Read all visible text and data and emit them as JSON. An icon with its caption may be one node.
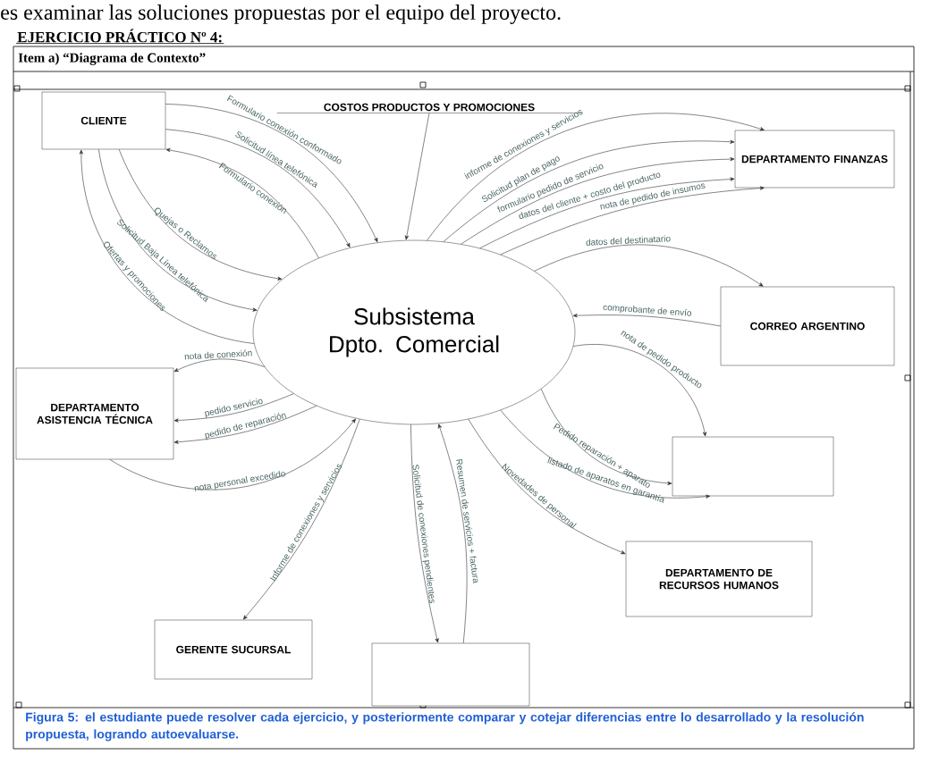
{
  "diagram": {
    "title": "EJERCICIO PRÁCTICO Nº 4:",
    "caption": "Figura 5: el estudiante puede resolver cada ejercicio, y posteriormente comparar y cotejar diferencias entre lo desarrollado y la resolución propuesta, logrando autoevaluarse.",
    "nodes": [
      {
        "text": [
          "CLIENTE"
        ]
      },
      {
        "text": [
          "COSTOS PRODUCTOS Y PROMOCIONES"
        ]
      },
      {
        "text": [
          "DEPARTAMENTO FINANZAS"
        ]
      },
      {
        "text": [
          "Subsistema Dpto. Comercial"
        ]
      },
      {
        "text": [
          "CORREO ARGENTINO"
        ]
      },
      {
        "text": [
          "DEPARTAMENTO ASISTENCIA TÉCNICA"
        ]
      },
      {
        "text": [],
        "shape": "box"
      },
      {
        "text": [
          "DEPARTAMENTO DE RECURSOS HUMANOS"
        ]
      },
      {
        "text": [
          "GERENTE SUCURSAL"
        ]
      },
      {
        "text": [],
        "shape": "box"
      }
    ],
    "edges": [
      {
        "from": 0,
        "to": 3,
        "arrow": "to",
        "label": "Formulario conexión conformado"
      },
      {
        "from": 0,
        "to": 3,
        "arrow": "to",
        "label": "Solicitud línea telefónica"
      },
      {
        "from": 3,
        "to": 0,
        "arrow": "to",
        "label": "Formulario conexión"
      },
      {
        "from": 0,
        "to": 3,
        "arrow": "to",
        "label": "Quejas o Reclamos"
      },
      {
        "from": 0,
        "to": 3,
        "arrow": "to",
        "label": "Solicitud Baja Línea telefónica"
      },
      {
        "from": 3,
        "to": 0,
        "arrow": "to",
        "label": "Ofertas y promociones"
      },
      {
        "from": 1,
        "to": 3,
        "arrow": "to"
      },
      {
        "from": 3,
        "to": 2,
        "arrow": "to",
        "label": "informe de conexiones y servicios"
      },
      {
        "from": 3,
        "to": 2,
        "arrow": "to",
        "label": "Solicitud plan de pago"
      },
      {
        "from": 3,
        "to": 2,
        "arrow": "to",
        "label": "formulario pedido de servicio"
      },
      {
        "from": 3,
        "to": 2,
        "arrow": "to",
        "label": "datos del cliente + costo del producto"
      },
      {
        "from": 3,
        "to": 2,
        "arrow": "to",
        "label": "nota de pedido de insumos"
      },
      {
        "from": 3,
        "to": 4,
        "arrow": "to",
        "label": "datos del destinatario"
      },
      {
        "from": 4,
        "to": 3,
        "arrow": "to",
        "label": "comprobante de envío"
      },
      {
        "from": 3,
        "to": 6,
        "arrow": "to",
        "label": "nota de pedido producto"
      },
      {
        "from": 3,
        "to": 6,
        "arrow": "to",
        "label": "Pedido reparación + aparato"
      },
      {
        "from": 3,
        "to": 6,
        "arrow": "to",
        "label": "listado de aparatos en garantía"
      },
      {
        "from": 3,
        "to": 7,
        "arrow": "to",
        "label": "Novedades de personal"
      },
      {
        "from": 3,
        "to": 9,
        "arrow": "to",
        "label": "Solicitud de conexiones pendientes"
      },
      {
        "from": 9,
        "to": 3,
        "arrow": "to",
        "label": "Resumen de servicios + factura"
      },
      {
        "from": 3,
        "to": 8,
        "arrow": "to",
        "label": "Informe de conexiones y servicios"
      },
      {
        "from": 3,
        "to": 5,
        "arrow": "to",
        "label": "nota de conexión"
      },
      {
        "from": 3,
        "to": 5,
        "arrow": "to",
        "label": "pedido servicio"
      },
      {
        "from": 3,
        "to": 5,
        "arrow": "to",
        "label": "pedido de reparación"
      },
      {
        "from": 5,
        "to": 3,
        "arrow": "to",
        "label": "nota personal excedido"
      }
    ],
    "labels": [
      "es examinar las soluciones propuestas por el equipo del proyecto.",
      "Item a) “Diagrama de Contexto”"
    ]
  }
}
